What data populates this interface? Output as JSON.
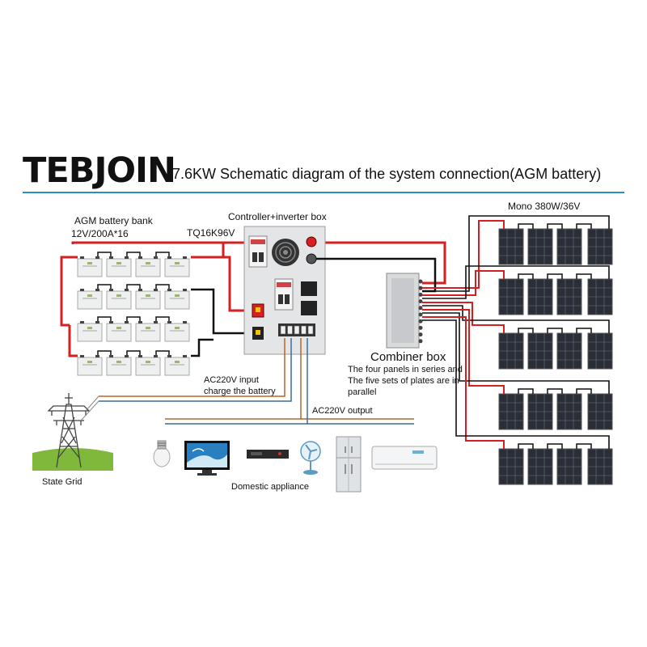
{
  "header": {
    "brand": "TEBJOIN",
    "title": "7.6KW Schematic diagram of the system connection(AGM battery)",
    "accent_color": "#2d8bc9"
  },
  "battery_bank": {
    "label": "AGM battery bank",
    "spec": "12V/200A*16"
  },
  "controller": {
    "label": "Controller+inverter box",
    "model": "TQ16K96V"
  },
  "solar_array": {
    "label": "Mono 380W/36V"
  },
  "combiner": {
    "label": "Combiner box",
    "note_line1": "The four panels in series and",
    "note_line2": "The five sets of plates are in",
    "note_line3": "parallel"
  },
  "ac_input": {
    "line1": "AC220V input",
    "line2": "charge the battery"
  },
  "ac_output": {
    "label": "AC220V output"
  },
  "grid": {
    "label": "State Grid"
  },
  "appliances": {
    "label": "Domestic appliance",
    "items": [
      "light-bulb",
      "television",
      "dvd-player",
      "fan",
      "refrigerator",
      "air-conditioner"
    ]
  },
  "colors": {
    "positive_wire": "#d42020",
    "negative_wire": "#111111",
    "ac_orange": "#b8662a",
    "ac_blue": "#3a6e9e",
    "panel": "#2a2e36"
  }
}
